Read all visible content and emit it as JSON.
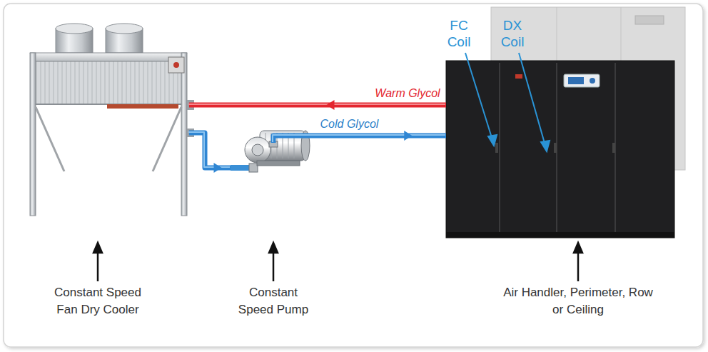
{
  "diagram": {
    "nodes": [
      {
        "text": [
          "Constant Speed Fan Dry Cooler"
        ]
      },
      {
        "text": [
          "Constant Speed Pump"
        ]
      },
      {
        "text": [
          "Air Handler, Perimeter, Row or Ceiling"
        ]
      }
    ],
    "edges": [
      {
        "from": 2,
        "to": 0,
        "arrow": "to",
        "label": "Warm Glycol"
      },
      {
        "from": 0,
        "to": 1,
        "arrow": "to"
      },
      {
        "from": 1,
        "to": 2,
        "arrow": "to",
        "label": "Cold Glycol"
      }
    ],
    "labels": [
      "FC Coil",
      "DX Coil"
    ]
  }
}
